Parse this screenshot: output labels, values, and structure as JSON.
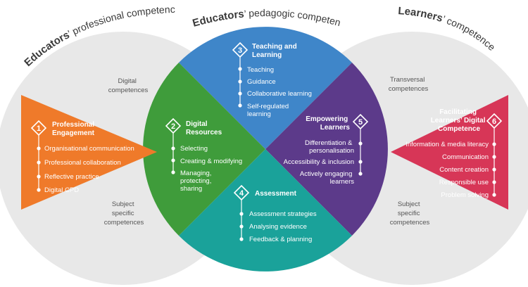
{
  "headers": {
    "educators_professional": {
      "bold": "Educators",
      "rest": "’ professional competences"
    },
    "educators_pedagogic": {
      "bold": "Educators",
      "rest": "’ pedagogic competences"
    },
    "learners": {
      "bold": "Learners",
      "rest": "’ competences"
    }
  },
  "side_labels": {
    "left_top": [
      "Digital",
      "competences"
    ],
    "left_bottom": [
      "Subject",
      "specific",
      "competences"
    ],
    "right_top": [
      "Transversal",
      "competences"
    ],
    "right_bottom": [
      "Subject",
      "specific",
      "competences"
    ]
  },
  "areas": [
    {
      "number": "1",
      "title": [
        "Professional",
        "Engagement"
      ],
      "color": "#ef7a2a",
      "items": [
        [
          "Organisational communication"
        ],
        [
          "Professional collaboration"
        ],
        [
          "Reflective practice"
        ],
        [
          "Digital CPD"
        ]
      ]
    },
    {
      "number": "2",
      "title": [
        "Digital",
        "Resources"
      ],
      "color": "#3f9c3b",
      "items": [
        [
          "Selecting"
        ],
        [
          "Creating & modifying"
        ],
        [
          "Managing,",
          "protecting,",
          "sharing"
        ]
      ]
    },
    {
      "number": "3",
      "title": [
        "Teaching and",
        "Learning"
      ],
      "color": "#3f86c9",
      "items": [
        [
          "Teaching"
        ],
        [
          "Guidance"
        ],
        [
          "Collaborative learning"
        ],
        [
          "Self-regulated",
          "learning"
        ]
      ]
    },
    {
      "number": "4",
      "title": [
        "Assessment"
      ],
      "color": "#1aa29a",
      "items": [
        [
          "Assessment strategies"
        ],
        [
          "Analysing evidence"
        ],
        [
          "Feedback & planning"
        ]
      ]
    },
    {
      "number": "5",
      "title": [
        "Empowering",
        "Learners"
      ],
      "color": "#5c3a8a",
      "items": [
        [
          "Differentiation &",
          "personalisation"
        ],
        [
          "Accessibility & inclusion"
        ],
        [
          "Actively engaging",
          "learners"
        ]
      ]
    },
    {
      "number": "6",
      "title": [
        "Facilitating",
        "Learners’ Digital",
        "Competence"
      ],
      "color": "#d73657",
      "items": [
        [
          "Information & media literacy"
        ],
        [
          "Communication"
        ],
        [
          "Content creation"
        ],
        [
          "Responsible use"
        ],
        [
          "Problem solving"
        ]
      ]
    }
  ],
  "colors": {
    "circle_bg": "#e8e8e8",
    "text_dark": "#3a3a3a",
    "text_gray": "#555555"
  }
}
